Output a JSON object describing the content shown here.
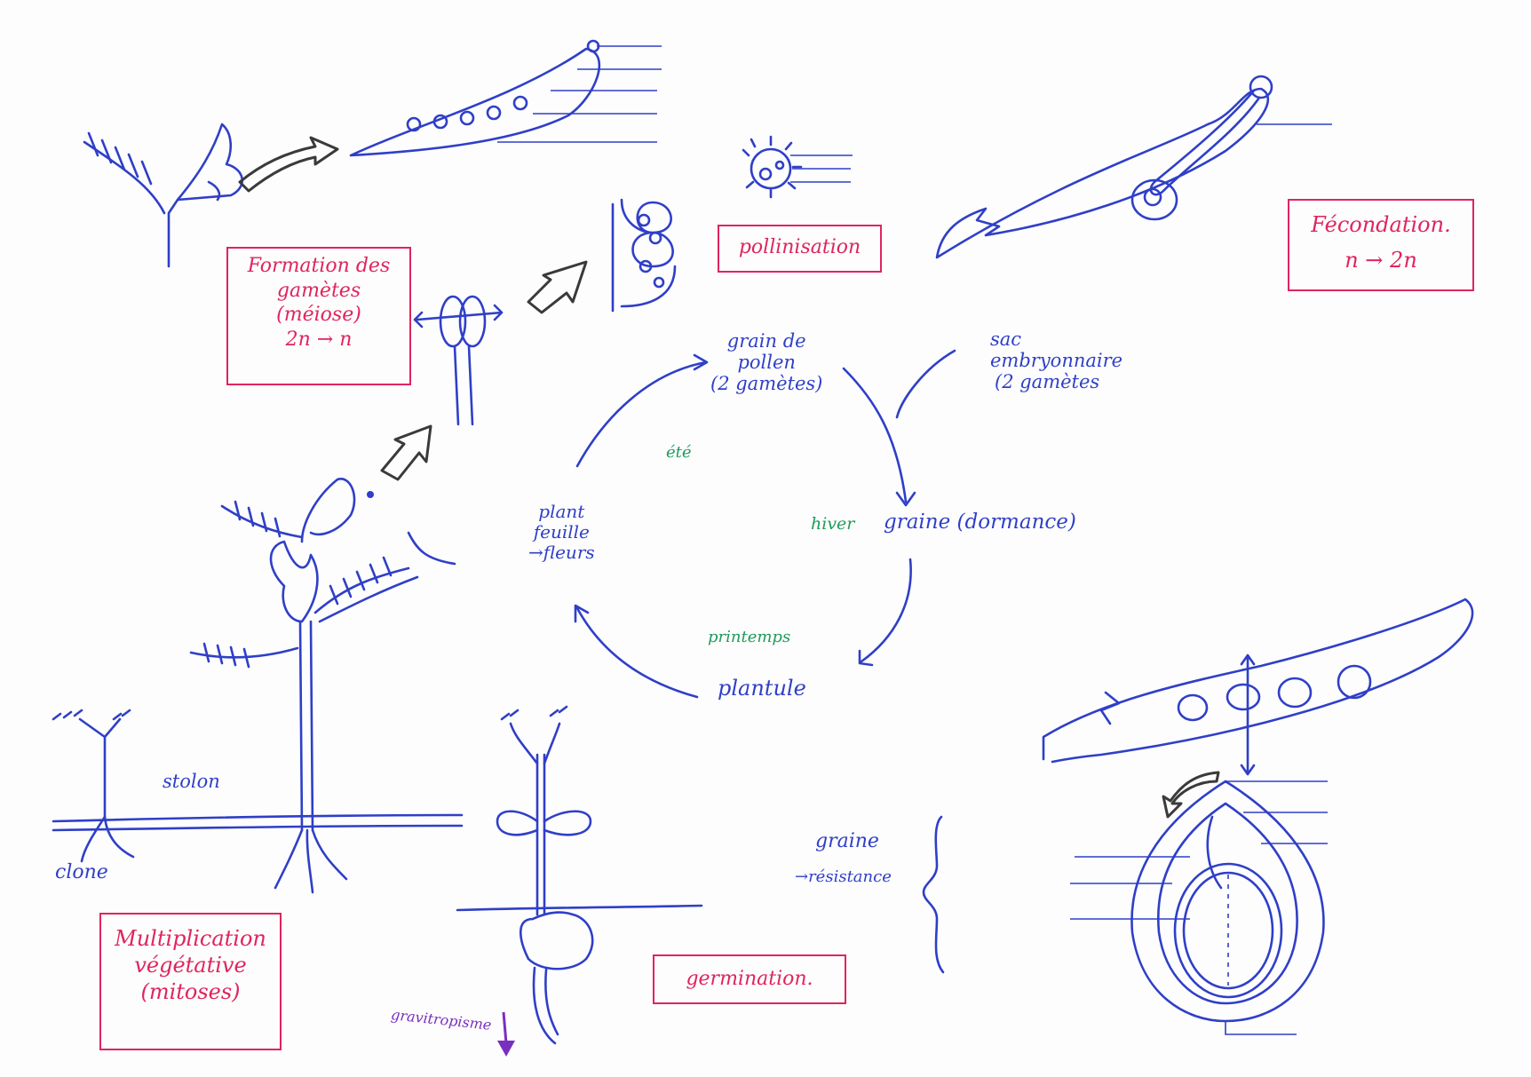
{
  "boxes": {
    "formation": {
      "l1": "Formation des",
      "l2": "gamètes",
      "l3": "(méiose)",
      "l4": "2n → n"
    },
    "pollinisation": {
      "text": "pollinisation"
    },
    "fecondation": {
      "l1": "Fécondation.",
      "l2": "n → 2n"
    },
    "multiplication": {
      "l1": "Multiplication",
      "l2": "végétative",
      "l3": "(mitoses)"
    },
    "germination": {
      "text": "germination."
    }
  },
  "cycle": {
    "grain_pollen": {
      "l1": "grain de",
      "l2": "pollen",
      "l3": "(2 gamètes)"
    },
    "sac": {
      "l1": "sac",
      "l2": "embryonnaire",
      "l3": "(2 gamètes"
    },
    "plant": {
      "l1": "plant",
      "l2": "feuille",
      "l3": "→fleurs"
    },
    "graine_dormance": "graine (dormance)",
    "plantule": "plantule",
    "hiver": "hiver",
    "ete": "été",
    "printemps": "printemps"
  },
  "misc": {
    "stolon": "stolon",
    "clone": "clone",
    "graine": "graine",
    "resistance": "→résistance",
    "gravitropisme": "gravitropisme"
  },
  "colors": {
    "ink_blue": "#2f3fc8",
    "box_pink": "#e0245e",
    "season_green": "#1f9b5a",
    "note_purple": "#7a2fbf"
  }
}
